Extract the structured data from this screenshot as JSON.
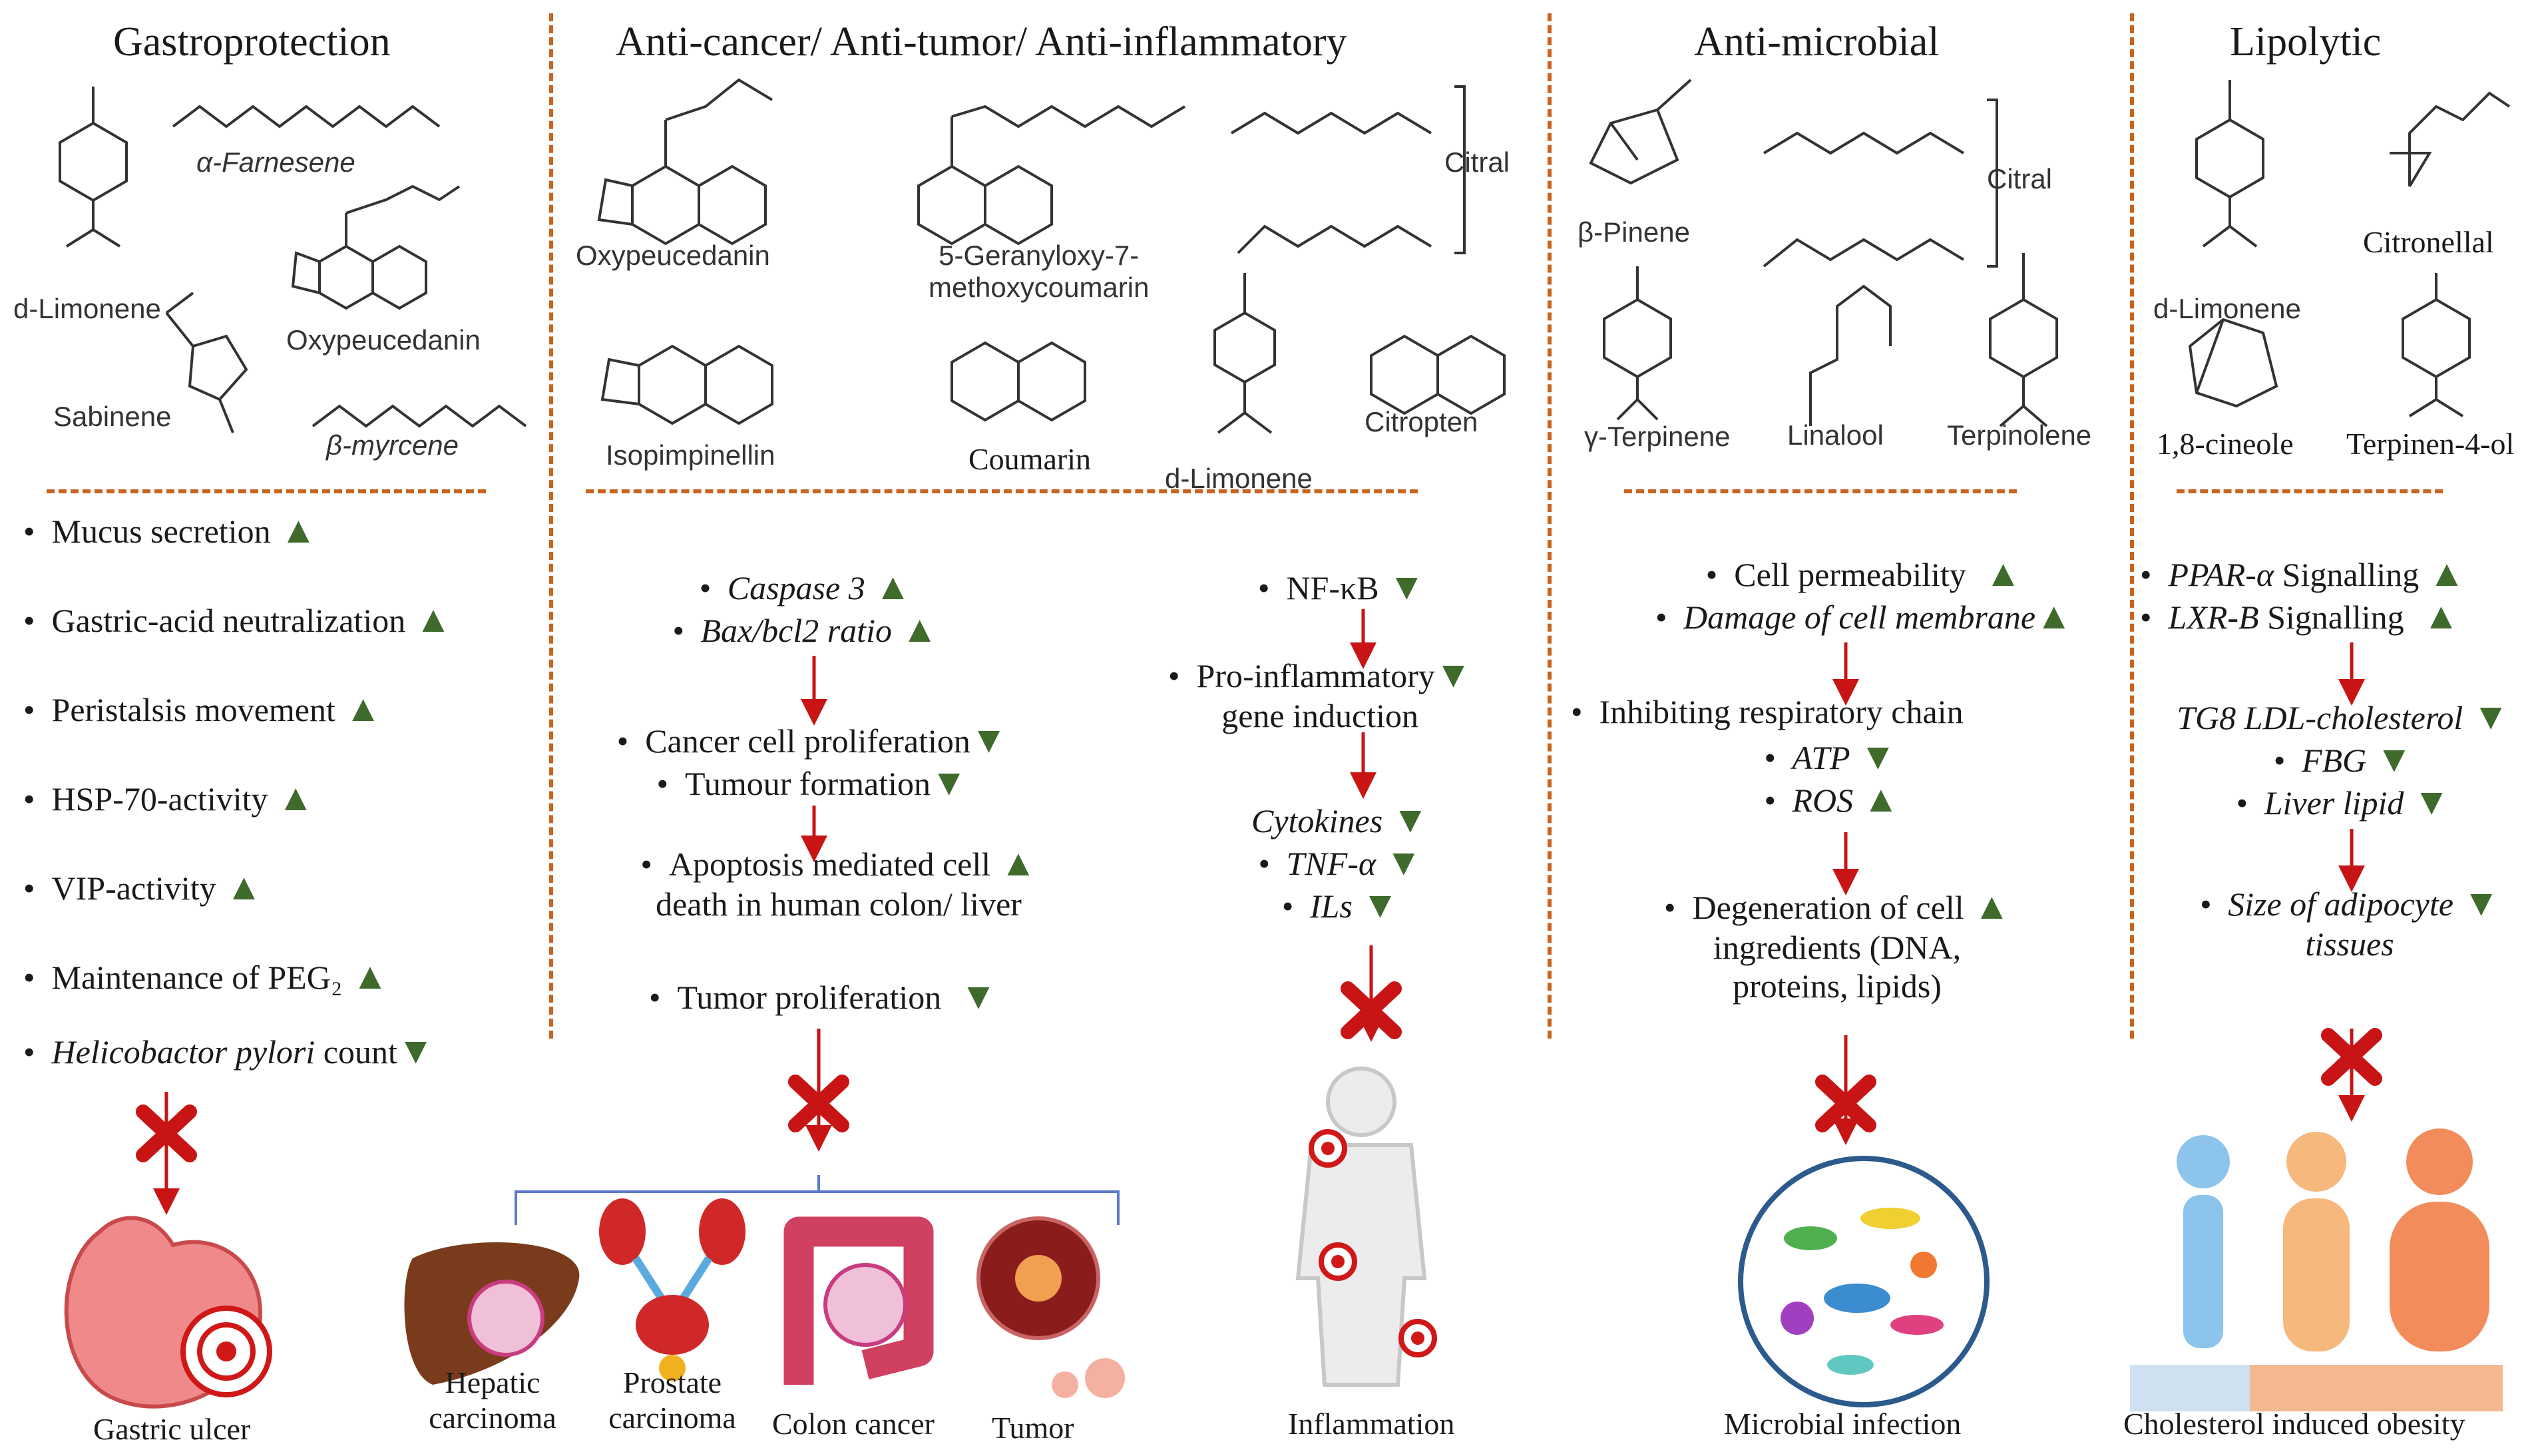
{
  "colors": {
    "up_arrow": "#3e6b2c",
    "down_arrow": "#3e6b2c",
    "flow_arrow": "#c81414",
    "separator": "#c8641e"
  },
  "panels": {
    "gastro": {
      "title": "Gastroprotection",
      "compounds": [
        "d-Limonene",
        "α-Farnesene",
        "Oxypeucedanin",
        "Sabinene",
        "β-myrcene"
      ],
      "effects": [
        {
          "label": "Mucus secretion",
          "trend": "up"
        },
        {
          "label": "Gastric-acid neutralization",
          "trend": "up"
        },
        {
          "label": "Peristalsis movement",
          "trend": "up"
        },
        {
          "label": "HSP-70-activity",
          "trend": "up"
        },
        {
          "label": "VIP-activity",
          "trend": "up"
        },
        {
          "label": "Maintenance of PEG₂",
          "trend": "up"
        },
        {
          "label_italic": "Helicobactor pylori",
          "label": " count",
          "trend": "down"
        }
      ],
      "outcome": "Gastric ulcer"
    },
    "cancer": {
      "title": "Anti-cancer/ Anti-tumor/ Anti-inflammatory",
      "compounds": [
        "Oxypeucedanin",
        "5-Geranyloxy-7-",
        "methoxycoumarin",
        "Citral",
        "Isopimpinellin",
        "Coumarin",
        "d-Limonene",
        "Citropten"
      ],
      "apoptosis": [
        "Caspase 3",
        "Bax/bcl2 ratio"
      ],
      "proliferation": [
        "Cancer cell proliferation",
        "Tumour formation"
      ],
      "apoptosis_death": [
        "Apoptosis mediated cell",
        "death in human colon/ liver"
      ],
      "tumor": "Tumor proliferation",
      "inflam": [
        "NF-κB",
        "Pro-inflammatory",
        "gene induction",
        "Cytokines",
        "TNF-α",
        "ILs"
      ],
      "outcomes": [
        "Hepatic",
        "carcinoma",
        "Prostate",
        "carcinoma",
        "Colon cancer",
        "Tumor"
      ],
      "outcome_inflam": "Inflammation"
    },
    "microbial": {
      "title": "Anti-microbial",
      "compounds": [
        "β-Pinene",
        "Citral",
        "γ-Terpinene",
        "Linalool",
        "Terpinolene"
      ],
      "effects": [
        "Cell permeability",
        "Damage of cell membrane",
        "Inhibiting respiratory chain",
        "ATP",
        "ROS",
        "Degeneration of cell",
        "ingredients (DNA,",
        "proteins, lipids)"
      ],
      "outcome": "Microbial infection"
    },
    "lipolytic": {
      "title": "Lipolytic",
      "compounds": [
        "d-Limonene",
        "Citronellal",
        "1,8-cineole",
        "Terpinen-4-ol"
      ],
      "effects": {
        "ppar": "PPAR-α",
        "lxr": "LXR-B",
        "signalling": " Signalling",
        "tg": "TG8 LDL-cholesterol",
        "fbg": "FBG",
        "liver": "Liver lipid",
        "adipo1": "Size of adipocyte",
        "adipo2": "tissues"
      },
      "outcome": "Cholesterol induced obesity"
    }
  }
}
